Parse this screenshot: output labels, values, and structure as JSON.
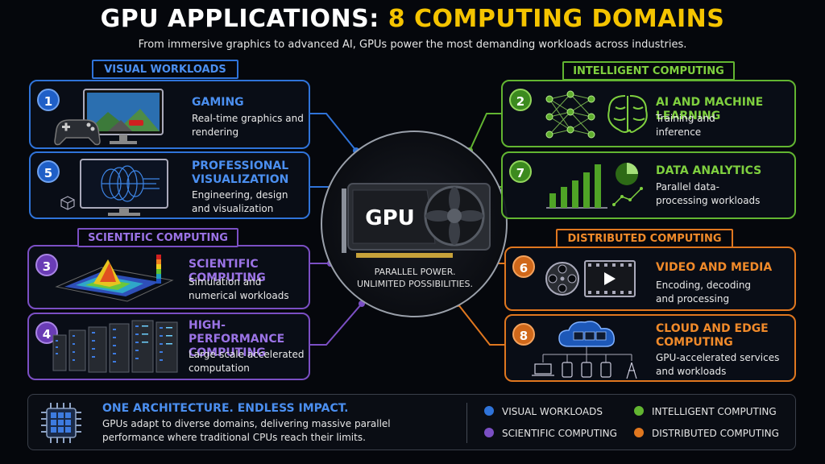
{
  "header": {
    "title_main": "GPU APPLICATIONS: ",
    "title_accent": "8 COMPUTING DOMAINS",
    "subtitle": "From immersive graphics to advanced AI, GPUs power the most demanding workloads across industries."
  },
  "sections": {
    "visual": "VISUAL WORKLOADS",
    "intelligent": "INTELLIGENT COMPUTING",
    "scientific": "SCIENTIFIC COMPUTING",
    "distributed": "DISTRIBUTED COMPUTING"
  },
  "cards": {
    "gaming": {
      "num": "1",
      "title": "GAMING",
      "desc": "Real-time graphics and rendering"
    },
    "ai": {
      "num": "2",
      "title": "AI AND MACHINE LEARNING",
      "desc": "Training and inference"
    },
    "proviz": {
      "num": "5",
      "title": "PROFESSIONAL VISUALIZATION",
      "desc": "Engineering, design and visualization"
    },
    "analytics": {
      "num": "7",
      "title": "DATA ANALYTICS",
      "desc": "Parallel data-processing workloads"
    },
    "scientific": {
      "num": "3",
      "title": "SCIENTIFIC COMPUTING",
      "desc": "Simulation and numerical workloads"
    },
    "video": {
      "num": "6",
      "title": "VIDEO AND MEDIA",
      "desc": "Encoding, decoding and processing"
    },
    "hpc": {
      "num": "4",
      "title": "HIGH-PERFORMANCE COMPUTING",
      "desc": "Large-scale accelerated computation"
    },
    "cloud": {
      "num": "8",
      "title": "CLOUD AND EDGE COMPUTING",
      "desc": "GPU-accelerated services and workloads"
    }
  },
  "center": {
    "gpu_label": "GPU",
    "tagline_1": "PARALLEL POWER.",
    "tagline_2": "UNLIMITED POSSIBILITIES."
  },
  "bottom": {
    "title": "ONE ARCHITECTURE. ENDLESS IMPACT.",
    "desc": "GPUs adapt to diverse domains, delivering massive parallel performance where traditional CPUs reach their limits.",
    "legend": [
      {
        "label": "VISUAL WORKLOADS",
        "color": "#2f73d9"
      },
      {
        "label": "INTELLIGENT COMPUTING",
        "color": "#62b531"
      },
      {
        "label": "SCIENTIFIC COMPUTING",
        "color": "#7b4fc4"
      },
      {
        "label": "DISTRIBUTED COMPUTING",
        "color": "#e0771f"
      }
    ]
  },
  "colors": {
    "visual": "#2f73d9",
    "intelligent": "#62b531",
    "scientific": "#7b4fc4",
    "distributed": "#e0771f",
    "accent": "#f5c400"
  }
}
